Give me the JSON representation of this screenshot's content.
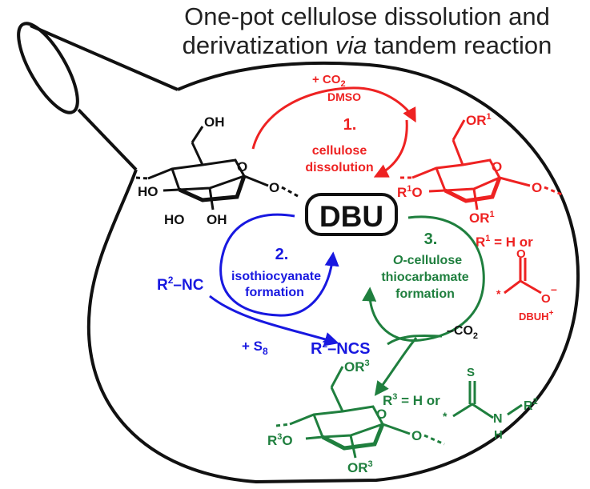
{
  "title": {
    "line1": "One-pot cellulose dissolution and",
    "line2_pre": "derivatization ",
    "line2_via": "via",
    "line2_post": " tandem reaction"
  },
  "catalyst": "DBU",
  "colors": {
    "red": "#ee2222",
    "blue": "#1818e0",
    "green": "#1f7f3e",
    "black": "#111111"
  },
  "step1": {
    "reagent": "+ CO",
    "reagent_sub": "2",
    "solvent": "DMSO",
    "number": "1.",
    "line1": "cellulose",
    "line2": "dissolution"
  },
  "step2": {
    "number": "2.",
    "line1": "isothiocyanate",
    "line2": "formation",
    "reactant": "R",
    "reactant_sup": "2",
    "reactant_tail": "–NC",
    "reagent": "+ S",
    "reagent_sub": "8",
    "product": "R",
    "product_sup": "2",
    "product_tail": "–NCS"
  },
  "step3": {
    "number": "3.",
    "line1_italic": "O",
    "line1_rest": "-cellulose",
    "line2": "thiocarbamate",
    "line3": "formation",
    "loss": "–CO",
    "loss_sub": "2"
  },
  "cellulose": {
    "oh_top": "OH",
    "ho_mid": "HO",
    "ho_low": "HO",
    "oh_low": "OH",
    "ring_o": "O",
    "link_o": "O"
  },
  "carbonate": {
    "or1_top": "OR",
    "or1_top_sup": "1",
    "r1o": "R",
    "r1o_sup": "1",
    "r1o_tail": "O",
    "or1_low": "OR",
    "or1_low_sup": "1",
    "ring_o": "O",
    "link_o": "O",
    "def_r": "R",
    "def_sup": "1",
    "def_rest": " = H or",
    "carbonyl_o": "O",
    "anion_o": "O",
    "minus": "–",
    "star": "*",
    "counter": "DBUH",
    "counter_sup": "+"
  },
  "thiocarbamate": {
    "or3_top": "OR",
    "or3_top_sup": "3",
    "r3o": "R",
    "r3o_sup": "3",
    "r3o_tail": "O",
    "or3_low": "OR",
    "or3_low_sup": "3",
    "ring_o": "O",
    "link_o": "O",
    "def_r": "R",
    "def_sup": "3",
    "def_rest": " = H or",
    "s": "S",
    "n": "N",
    "h": "H",
    "r2": "R",
    "r2_sup": "2",
    "star": "*"
  }
}
